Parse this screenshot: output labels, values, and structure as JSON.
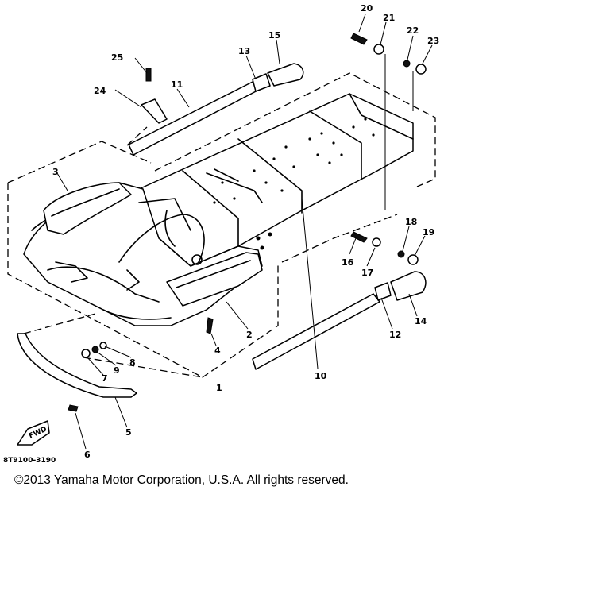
{
  "diagram": {
    "drawing_code": "8T9100-3190",
    "fwd_label": "FWD",
    "callouts": [
      {
        "id": "c1",
        "label": "1"
      },
      {
        "id": "c2",
        "label": "2"
      },
      {
        "id": "c3",
        "label": "3"
      },
      {
        "id": "c4",
        "label": "4"
      },
      {
        "id": "c5",
        "label": "5"
      },
      {
        "id": "c6",
        "label": "6"
      },
      {
        "id": "c7",
        "label": "7"
      },
      {
        "id": "c8",
        "label": "8"
      },
      {
        "id": "c9",
        "label": "9"
      },
      {
        "id": "c10",
        "label": "10"
      },
      {
        "id": "c11",
        "label": "11"
      },
      {
        "id": "c12",
        "label": "12"
      },
      {
        "id": "c13",
        "label": "13"
      },
      {
        "id": "c14",
        "label": "14"
      },
      {
        "id": "c15",
        "label": "15"
      },
      {
        "id": "c16",
        "label": "16"
      },
      {
        "id": "c17",
        "label": "17"
      },
      {
        "id": "c18",
        "label": "18"
      },
      {
        "id": "c19",
        "label": "19"
      },
      {
        "id": "c20",
        "label": "20"
      },
      {
        "id": "c21",
        "label": "21"
      },
      {
        "id": "c22",
        "label": "22"
      },
      {
        "id": "c23",
        "label": "23"
      },
      {
        "id": "c24",
        "label": "24"
      },
      {
        "id": "c25",
        "label": "25"
      }
    ]
  },
  "footer": {
    "copyright": "©2013 Yamaha Motor Corporation, U.S.A. All rights reserved."
  }
}
